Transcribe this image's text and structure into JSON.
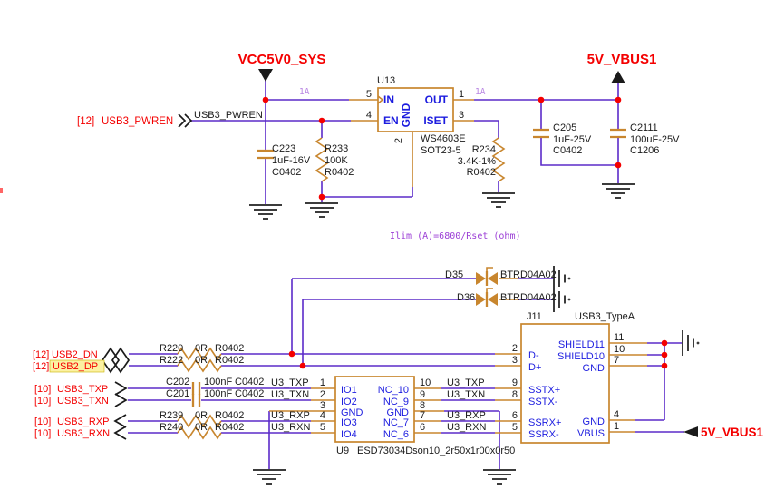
{
  "colors": {
    "wire": "#5B2BC9",
    "component_outline": "#C8862E",
    "pin_name_text": "#1C1CDF",
    "net_label_red": "#F40000",
    "junction_dot": "#F40000",
    "annotation_violet": "#9C3FD6",
    "current_label": "#B987E3",
    "ground": "#3C3C3C",
    "highlight_yellow": "#FBF1A2"
  },
  "power_flags": {
    "vcc": "VCC5V0_SYS",
    "vbus_top": "5V_VBUS1",
    "vbus_bottom": "5V_VBUS1"
  },
  "annotations": {
    "current_in": "1A",
    "current_out": "1A",
    "ilim_formula": "Ilim (A)=6800/Rset (ohm)"
  },
  "ports": {
    "pwren": {
      "page": "[12]",
      "name": "USB3_PWREN",
      "wire_label": "USB3_PWREN"
    },
    "usb2_dn": {
      "page": "[12]",
      "name": "USB2_DN"
    },
    "usb2_dp": {
      "page": "[12]",
      "name": "USB2_DP"
    },
    "usb3_txp": {
      "page": "[10]",
      "name": "USB3_TXP"
    },
    "usb3_txn": {
      "page": "[10]",
      "name": "USB3_TXN"
    },
    "usb3_rxp": {
      "page": "[10]",
      "name": "USB3_RXP"
    },
    "usb3_rxn": {
      "page": "[10]",
      "name": "USB3_RXN"
    }
  },
  "regulator": {
    "refdes": "U13",
    "part": "WS4603E",
    "package": "SOT23-5",
    "pins": {
      "in": {
        "num": "5",
        "name": "IN"
      },
      "en": {
        "num": "4",
        "name": "EN"
      },
      "gnd": {
        "num": "2",
        "name": "GND"
      },
      "out": {
        "num": "1",
        "name": "OUT"
      },
      "iset": {
        "num": "3",
        "name": "ISET"
      }
    }
  },
  "capacitors": {
    "c223": {
      "refdes": "C223",
      "value": "1uF-16V",
      "package": "C0402"
    },
    "c205": {
      "refdes": "C205",
      "value": "1uF-25V",
      "package": "C0402"
    },
    "c2111": {
      "refdes": "C2111",
      "value": "100uF-25V",
      "package": "C1206"
    },
    "c202": {
      "refdes": "C202",
      "value": "100nF",
      "package": "C0402"
    },
    "c201": {
      "refdes": "C201",
      "value": "100nF",
      "package": "C0402"
    }
  },
  "resistors": {
    "r233": {
      "refdes": "R233",
      "value": "100K",
      "package": "R0402"
    },
    "r234": {
      "refdes": "R234",
      "value": "3.4K-1%",
      "package": "R0402"
    },
    "r220": {
      "refdes": "R220",
      "value": "0R",
      "package": "R0402"
    },
    "r222": {
      "refdes": "R222",
      "value": "0R",
      "package": "R0402"
    },
    "r239": {
      "refdes": "R239",
      "value": "0R",
      "package": "R0402"
    },
    "r240": {
      "refdes": "R240",
      "value": "0R",
      "package": "R0402"
    }
  },
  "diodes": {
    "d35": {
      "refdes": "D35",
      "part": "BTRD04A02"
    },
    "d36": {
      "refdes": "D36",
      "part": "BTRD04A02"
    }
  },
  "esd": {
    "refdes": "U9",
    "part": "ESD73034Dson10_2r50x1r00x0r50",
    "left_pins": [
      {
        "num": "1",
        "name": "IO1"
      },
      {
        "num": "2",
        "name": "IO2"
      },
      {
        "num": "3",
        "name": "GND"
      },
      {
        "num": "4",
        "name": "IO3"
      },
      {
        "num": "5",
        "name": "IO4"
      }
    ],
    "right_pins": [
      {
        "num": "10",
        "name": "NC_10"
      },
      {
        "num": "9",
        "name": "NC_9"
      },
      {
        "num": "8",
        "name": "GND"
      },
      {
        "num": "7",
        "name": "NC_7"
      },
      {
        "num": "6",
        "name": "NC_6"
      }
    ]
  },
  "connector": {
    "refdes": "J11",
    "part": "USB3_TypeA",
    "left_pins": [
      {
        "num": "2",
        "name": "D-"
      },
      {
        "num": "3",
        "name": "D+"
      },
      {
        "num": "9",
        "name": "SSTX+"
      },
      {
        "num": "8",
        "name": "SSTX-"
      },
      {
        "num": "6",
        "name": "SSRX+"
      },
      {
        "num": "5",
        "name": "SSRX-"
      }
    ],
    "right_pins": [
      {
        "num": "11",
        "name": "SHIELD11"
      },
      {
        "num": "10",
        "name": "SHIELD10"
      },
      {
        "num": "7",
        "name": "GND"
      },
      {
        "num": "4",
        "name": "GND"
      },
      {
        "num": "1",
        "name": "VBUS"
      }
    ]
  },
  "net_labels": {
    "u3_txp": "U3_TXP",
    "u3_txn": "U3_TXN",
    "u3_rxp": "U3_RXP",
    "u3_rxn": "U3_RXN"
  }
}
